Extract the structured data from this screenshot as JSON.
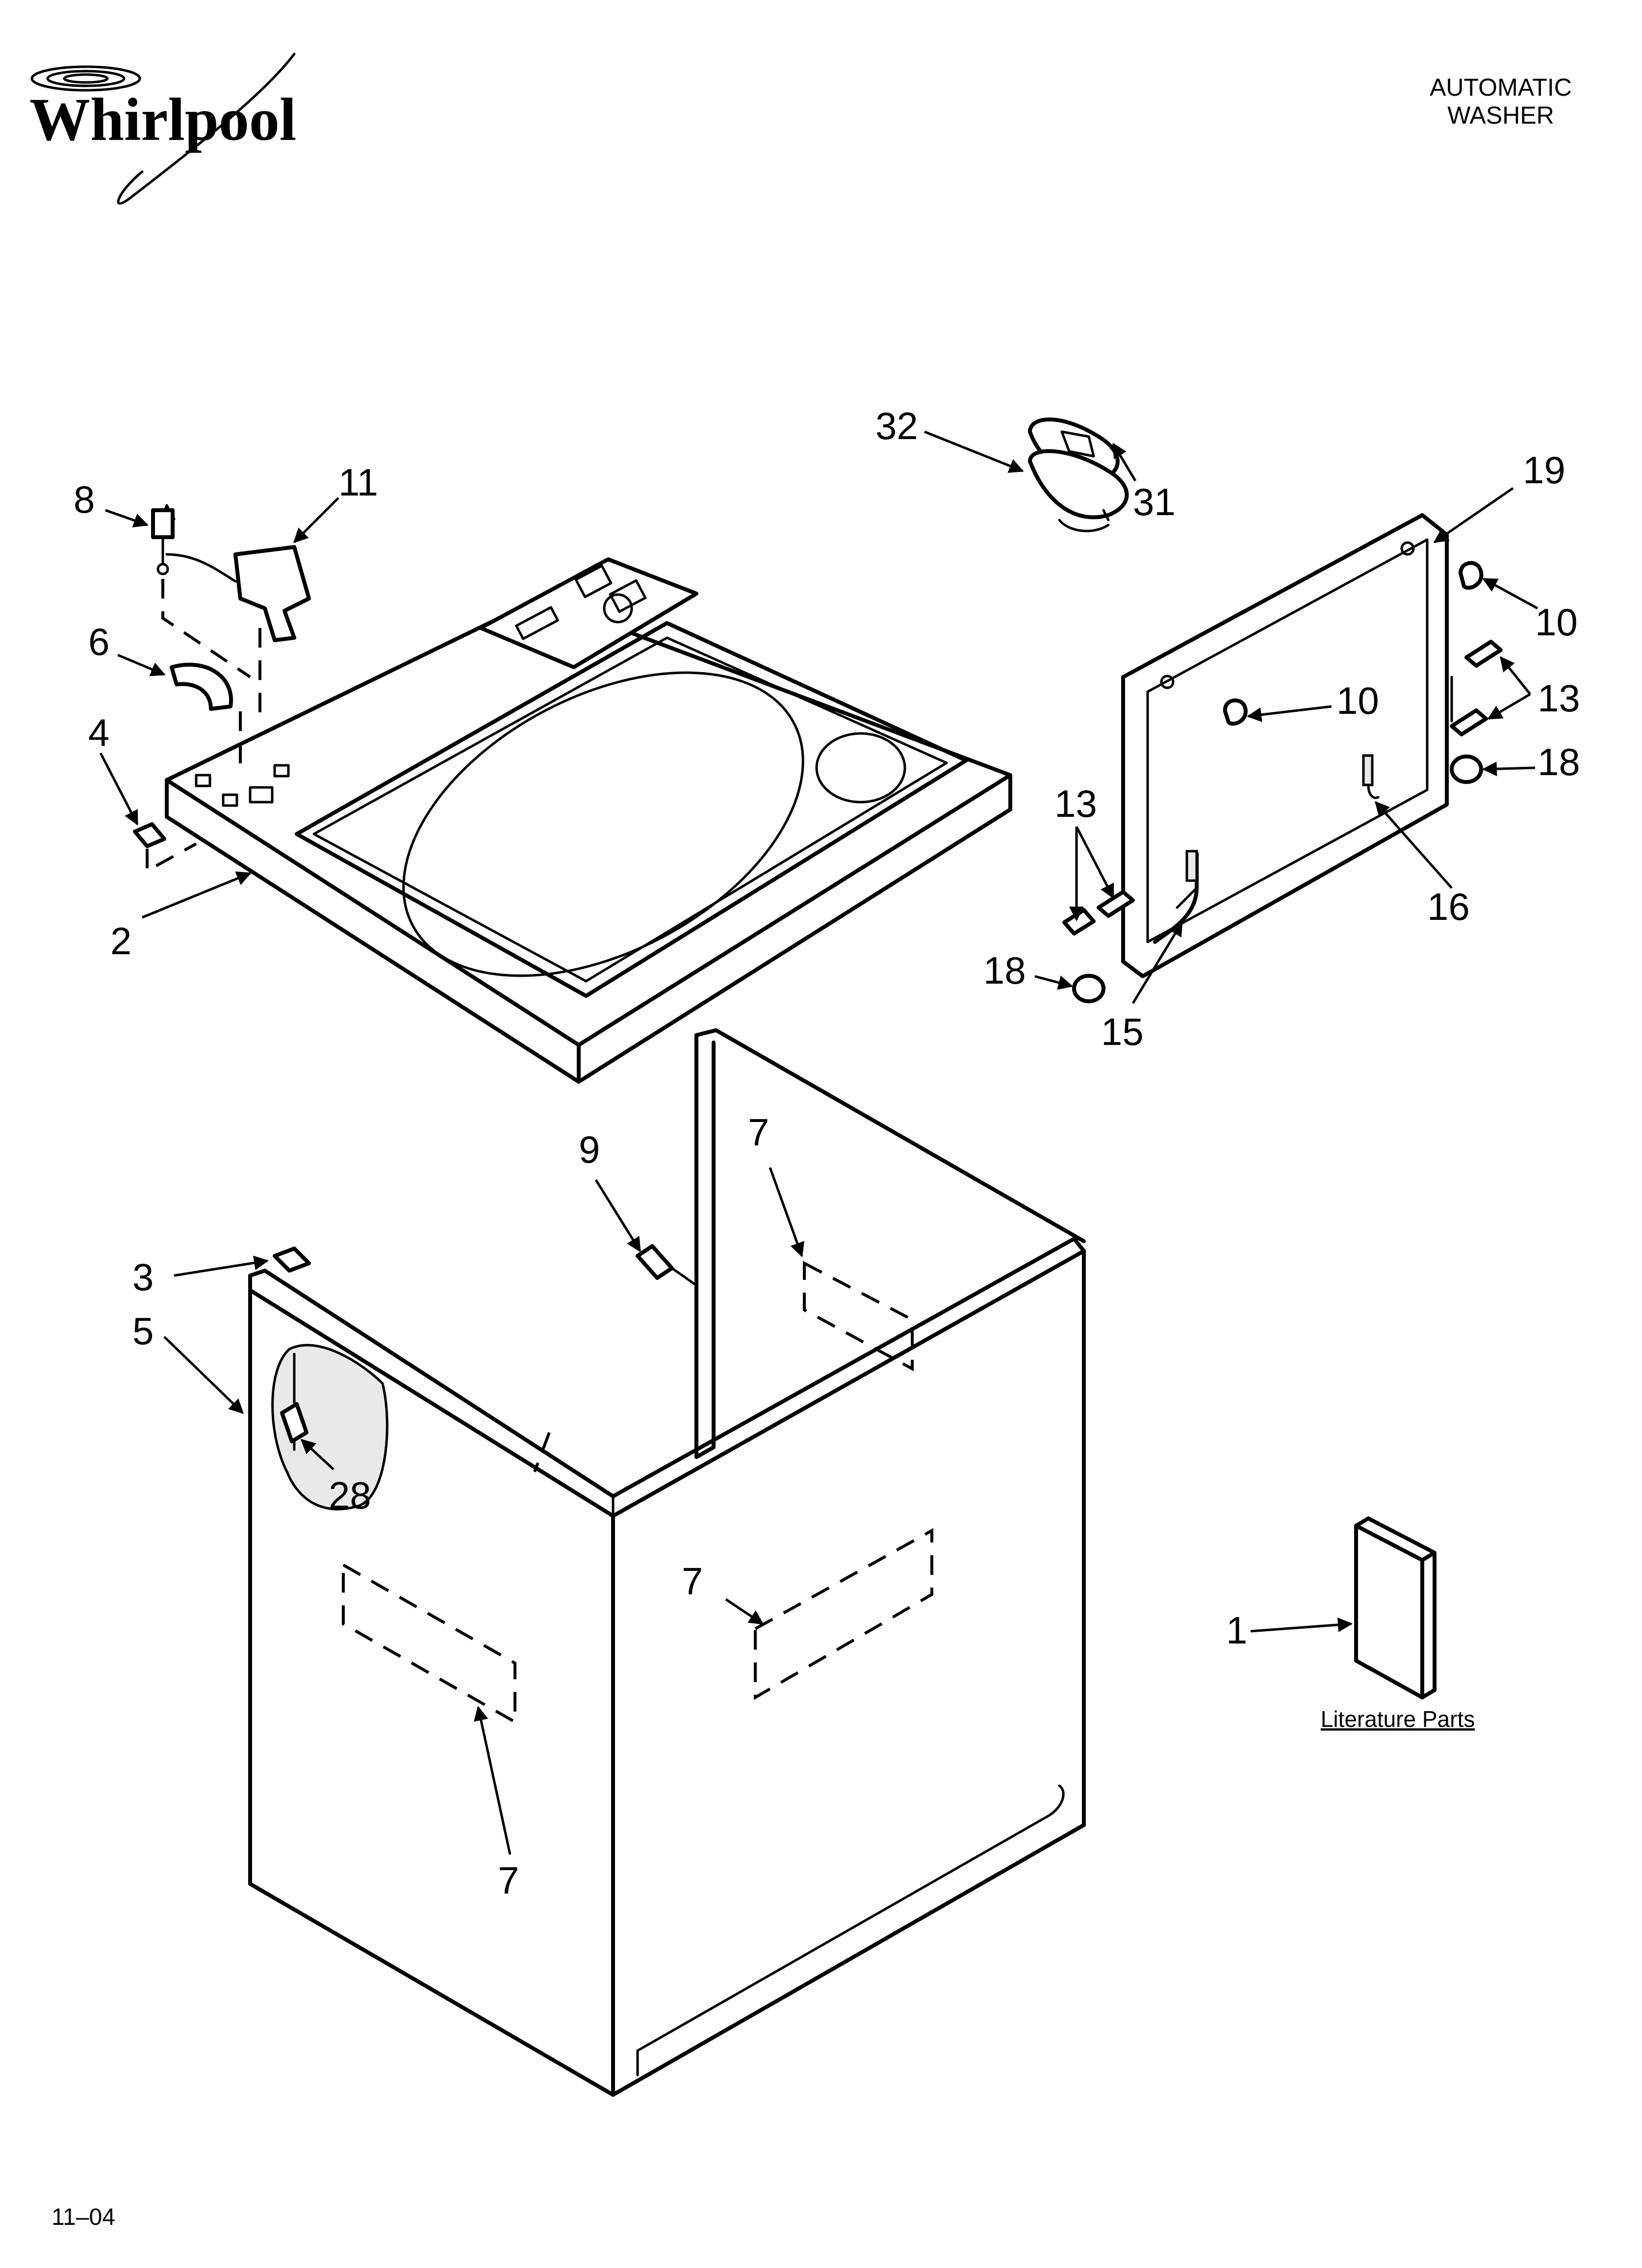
{
  "brand": {
    "name": "Whirlpool",
    "icon": "swirl-logo-icon"
  },
  "header": {
    "line1": "AUTOMATIC",
    "line2": "WASHER"
  },
  "callouts": {
    "p1": "1",
    "p2": "2",
    "p3": "3",
    "p4": "4",
    "p5": "5",
    "p6": "6",
    "p7a": "7",
    "p7b": "7",
    "p7c": "7",
    "p8": "8",
    "p9": "9",
    "p10a": "10",
    "p10b": "10",
    "p11": "11",
    "p13a": "13",
    "p13b": "13",
    "p15": "15",
    "p16": "16",
    "p18a": "18",
    "p18b": "18",
    "p19": "19",
    "p28": "28",
    "p31": "31",
    "p32": "32"
  },
  "literature_label": "Literature Parts",
  "footer_date": "11–04"
}
